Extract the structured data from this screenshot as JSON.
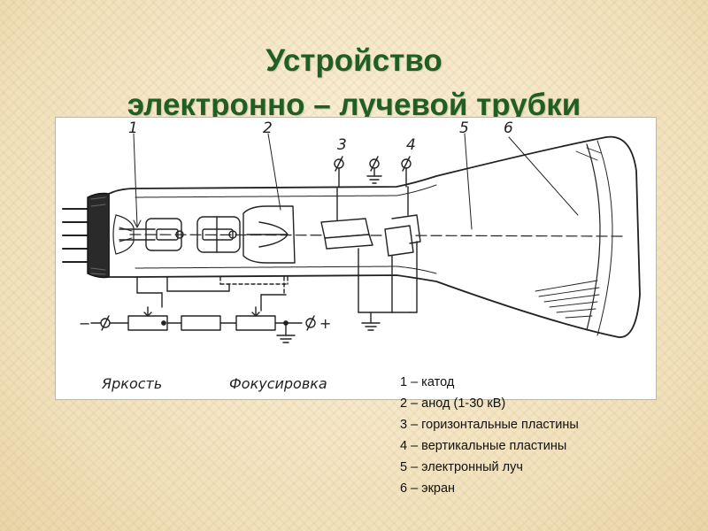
{
  "title": {
    "line1": "Устройство",
    "line2": "электронно – лучевой трубки"
  },
  "diagram": {
    "part_numbers": [
      "1",
      "2",
      "3",
      "4",
      "5",
      "6"
    ],
    "knob_brightness": "Яркость",
    "knob_focus": "Фокусировка",
    "sign_minus": "−",
    "sign_plus": "+"
  },
  "legend": [
    "1 – катод",
    "2 – анод (1-30 кВ)",
    "3 – горизонтальные пластины",
    "4 – вертикальные пластины",
    "5 – электронный луч",
    "6 – экран"
  ]
}
